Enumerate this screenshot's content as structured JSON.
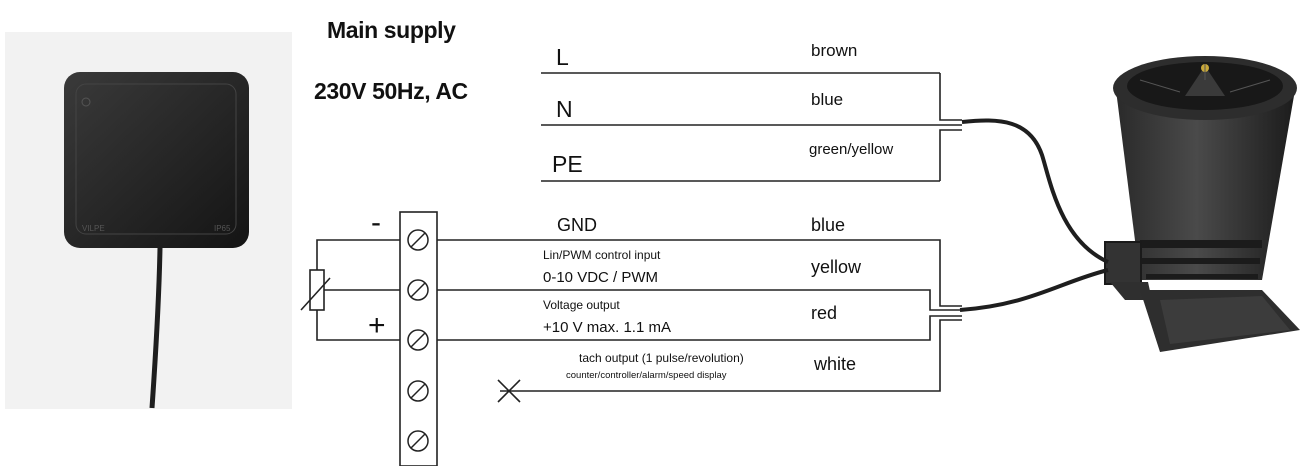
{
  "supply": {
    "heading": "Main supply",
    "voltage": "230V 50Hz, AC"
  },
  "mains_wires": [
    {
      "terminal": "L",
      "color": "brown"
    },
    {
      "terminal": "N",
      "color": "blue"
    },
    {
      "terminal": "PE",
      "color": "green/yellow"
    }
  ],
  "control_wires": [
    {
      "label": "GND",
      "color": "blue"
    },
    {
      "label_line1": "Lin/PWM control input",
      "label_line2": "0-10 VDC / PWM",
      "color": "yellow"
    },
    {
      "label_line1": "Voltage output",
      "label_line2": "+10 V max. 1.1 mA",
      "color": "red"
    },
    {
      "label_line1": "tach output (1 pulse/revolution)",
      "label_line2": "counter/controller/alarm/speed display",
      "color": "white"
    }
  ],
  "polarity": {
    "minus": "-",
    "plus": "+"
  },
  "device_photo": {
    "brand_mark": "VILPE",
    "rating": "IP65"
  }
}
